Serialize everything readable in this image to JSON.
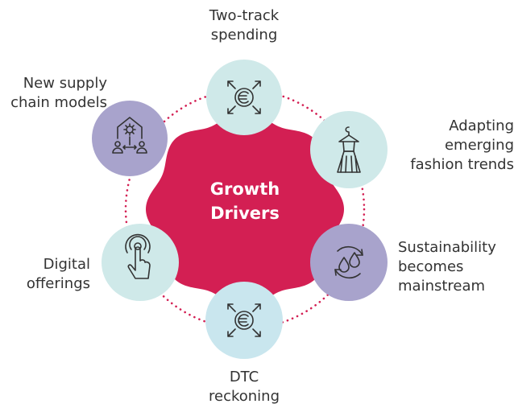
{
  "hub": {
    "line1": "Growth",
    "line2": "Drivers"
  },
  "colors": {
    "hub": "#d31f53",
    "dots": "#d31f53",
    "teal_circle": "#cfe9e9",
    "sky_circle": "#c9e6ee",
    "lavender_circle": "#a8a3cc",
    "icon_stroke": "#333333"
  },
  "drivers": [
    {
      "id": "two-track",
      "lines": [
        "Two-track",
        "spending"
      ],
      "icon": "euro-arrows-icon"
    },
    {
      "id": "fashion",
      "lines": [
        "Adapting",
        "emerging",
        "fashion trends"
      ],
      "icon": "dress-hanger-icon"
    },
    {
      "id": "sustainability",
      "lines": [
        "Sustainability",
        "becomes",
        "mainstream"
      ],
      "icon": "water-drops-cycle-icon"
    },
    {
      "id": "dtc",
      "lines": [
        "DTC",
        "reckoning"
      ],
      "icon": "euro-arrows-icon"
    },
    {
      "id": "digital",
      "lines": [
        "Digital",
        "offerings"
      ],
      "icon": "touch-finger-icon"
    },
    {
      "id": "supply-chain",
      "lines": [
        "New supply",
        "chain models"
      ],
      "icon": "house-gear-network-icon"
    }
  ]
}
